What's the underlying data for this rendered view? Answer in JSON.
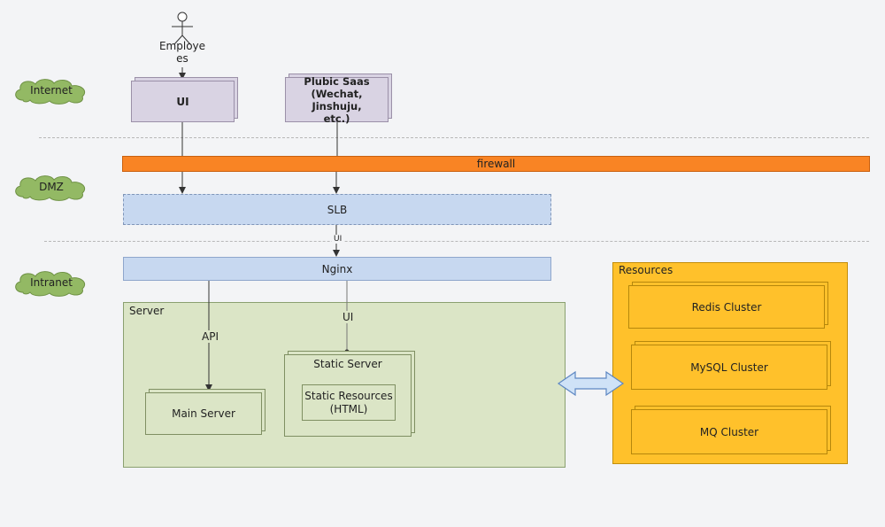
{
  "zones": {
    "internet": "Internet",
    "dmz": "DMZ",
    "intranet": "Intranet"
  },
  "actor": {
    "label": "Employe es",
    "label_line1": "Employe",
    "label_line2": "es"
  },
  "nodes": {
    "ui": "UI",
    "saas_line1": "Plubic Saas",
    "saas_line2": "(Wechat, Jinshuju,",
    "saas_line3": "etc.)",
    "firewall": "firewall",
    "slb": "SLB",
    "nginx": "Nginx",
    "server_group": "Server",
    "main_server": "Main Server",
    "static_server": "Static Server",
    "static_resources_line1": "Static Resources",
    "static_resources_line2": "(HTML)",
    "resources_group": "Resources",
    "redis": "Redis Cluster",
    "mysql": "MySQL Cluster",
    "mq": "MQ Cluster"
  },
  "edges": {
    "slb_to_nginx": "UI",
    "nginx_to_static": "UI",
    "nginx_to_main": "API"
  },
  "colors": {
    "firewall": "#f98424",
    "blue_bar": "#c7d8f0",
    "server_bg": "#dbe5c6",
    "resources_bg": "#ffc12b",
    "cloud": "#93b964",
    "purple": "#d9d3e3"
  }
}
